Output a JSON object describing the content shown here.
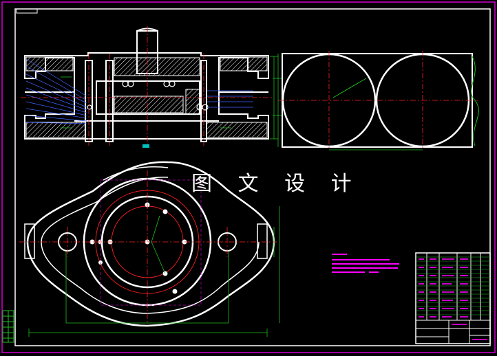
{
  "watermark": "图 文 设 计",
  "colors": {
    "background": "#000000",
    "frame": "#d400d4",
    "outline": "#ffffff",
    "centerline": "#ff2020",
    "dimension": "#20c020",
    "hidden": "#b000b0",
    "leader": "#4060ff",
    "note": "#ff00ff"
  },
  "views": [
    "section-view",
    "top-view",
    "side-view",
    "title-block"
  ]
}
